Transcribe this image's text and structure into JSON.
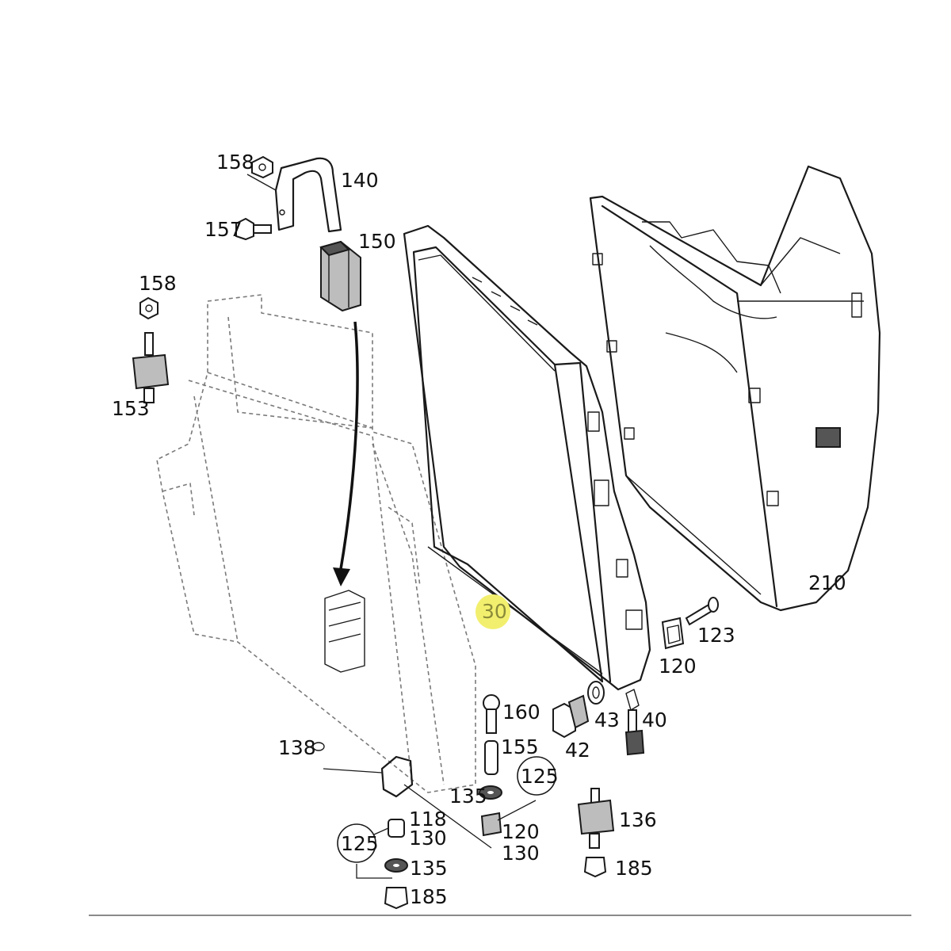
{
  "highlight_color": "#f2ef6e",
  "callouts": {
    "c158_top": "158",
    "c140": "140",
    "c157": "157",
    "c150": "150",
    "c158_left": "158",
    "c153": "153",
    "c30": "30",
    "c210": "210",
    "c123": "123",
    "c120_right": "120",
    "c160": "160",
    "c43": "43",
    "c40": "40",
    "c42": "42",
    "c155": "155",
    "c138": "138",
    "c125_mid": "125",
    "c135_mid": "135",
    "c120_mid": "120",
    "c130_mid": "130",
    "c118": "118",
    "c130_low": "130",
    "c125_low": "125",
    "c135_low": "135",
    "c185_low": "185",
    "c136": "136",
    "c185_right": "185"
  }
}
